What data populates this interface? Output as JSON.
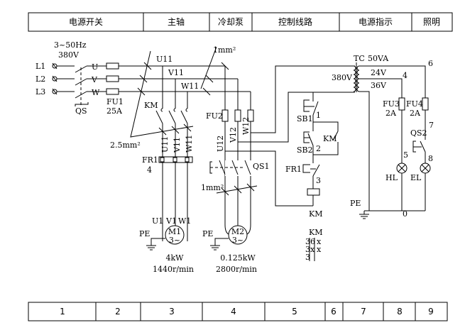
{
  "header": [
    "电源开关",
    "主轴",
    "冷却泵",
    "控制线路",
    "电源指示",
    "照明"
  ],
  "footer": [
    "1",
    "2",
    "3",
    "4",
    "5",
    "6",
    "7",
    "8",
    "9"
  ],
  "supply": {
    "freq": "3~50Hz",
    "voltage": "380V",
    "phases": [
      "L1",
      "L2",
      "L3"
    ],
    "switch": "QS"
  },
  "lines": {
    "u": "U",
    "v": "V",
    "w": "W",
    "u11": "U11",
    "v11": "V11",
    "w11": "W11",
    "u12": "U12",
    "v12": "V12",
    "w12": "W12",
    "u1": "U1",
    "v1": "V1",
    "w1": "W1"
  },
  "fuses": {
    "fu1": "FU1",
    "fu1_rating": "25A",
    "fu2": "FU2",
    "fu3": "FU3",
    "fu3_rating": "2A",
    "fu4": "FU4",
    "fu4_rating": "2A"
  },
  "wires": {
    "w25": "2.5mm²",
    "w1a": "1mm²",
    "w1b": "1mm²"
  },
  "components": {
    "km": "KM",
    "fr1": "FR1",
    "fr1_node": "4",
    "qs1": "QS1",
    "sb1": "SB1",
    "sb2": "SB2",
    "km_contact": "KM",
    "fr1c": "FR1",
    "km_coil": "KM",
    "qs2": "QS2",
    "hl": "HL",
    "el": "EL",
    "pe1": "PE",
    "pe2": "PE",
    "pe3": "PE"
  },
  "nodes": {
    "n1": "1",
    "n2": "2",
    "n3": "3",
    "n4": "4",
    "n5": "5",
    "n6": "6",
    "n7": "7",
    "n8": "8",
    "n0": "0"
  },
  "transformer": {
    "name": "TC",
    "rating": "50VA",
    "primary": "380V",
    "s1": "24V",
    "s2": "36V"
  },
  "motors": {
    "m1": {
      "name": "M1",
      "type": "3~",
      "power": "4kW",
      "speed": "1440r/min"
    },
    "m2": {
      "name": "M2",
      "type": "3~",
      "power": "0.125kW",
      "speed": "2800r/min"
    }
  },
  "km_table": {
    "title": "KM",
    "rows": [
      [
        "3",
        "6",
        "x"
      ],
      [
        "3",
        "x",
        "x"
      ],
      [
        "3",
        "",
        ""
      ]
    ]
  }
}
